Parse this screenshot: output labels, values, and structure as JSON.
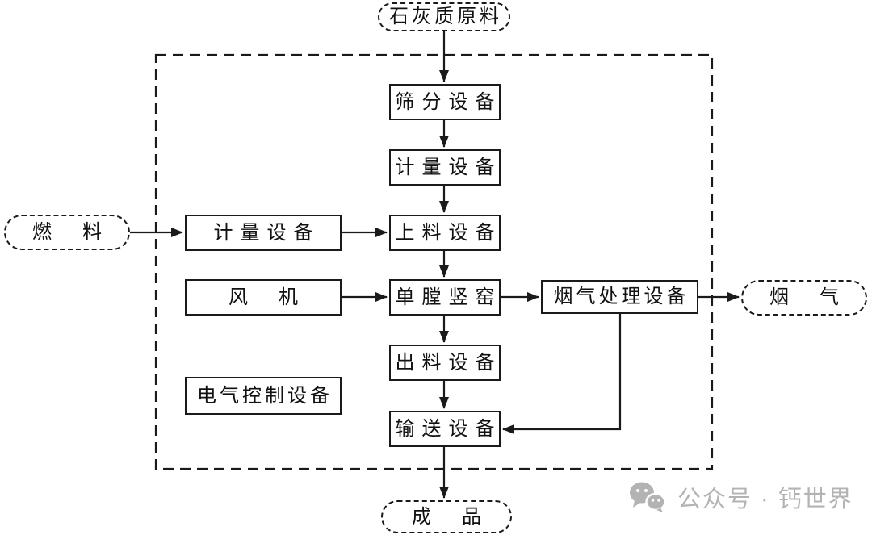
{
  "diagram": {
    "nodes": {
      "limestone_raw": {
        "label": "石灰质原料",
        "type": "external-terminal"
      },
      "screening": {
        "label": "筛分设备",
        "type": "process"
      },
      "metering_top": {
        "label": "计量设备",
        "type": "process"
      },
      "feeding": {
        "label": "上料设备",
        "type": "process"
      },
      "fuel": {
        "label": "燃　料",
        "type": "external-terminal"
      },
      "metering_left": {
        "label": "计量设备",
        "type": "process"
      },
      "fan": {
        "label": "风　机",
        "type": "process"
      },
      "kiln": {
        "label": "单膛竖窑",
        "type": "process"
      },
      "flue_gas_treatment": {
        "label": "烟气处理设备",
        "type": "process"
      },
      "flue_gas": {
        "label": "烟　气",
        "type": "external-terminal"
      },
      "discharging": {
        "label": "出料设备",
        "type": "process"
      },
      "electrical_control": {
        "label": "电气控制设备",
        "type": "process"
      },
      "conveying": {
        "label": "输送设备",
        "type": "process"
      },
      "product": {
        "label": "成　品",
        "type": "external-terminal"
      }
    },
    "edges": [
      {
        "from": "limestone_raw",
        "to": "screening"
      },
      {
        "from": "screening",
        "to": "metering_top"
      },
      {
        "from": "metering_top",
        "to": "feeding"
      },
      {
        "from": "feeding",
        "to": "kiln"
      },
      {
        "from": "fuel",
        "to": "metering_left"
      },
      {
        "from": "metering_left",
        "to": "feeding"
      },
      {
        "from": "fan",
        "to": "kiln"
      },
      {
        "from": "kiln",
        "to": "flue_gas_treatment"
      },
      {
        "from": "flue_gas_treatment",
        "to": "flue_gas"
      },
      {
        "from": "flue_gas_treatment",
        "to": "conveying"
      },
      {
        "from": "kiln",
        "to": "discharging"
      },
      {
        "from": "discharging",
        "to": "conveying"
      },
      {
        "from": "conveying",
        "to": "product"
      }
    ],
    "system_boundary": "dashed rectangle enclosing plant equipment"
  },
  "watermark": {
    "text": "公众号 · 钙世界",
    "icon": "wechat-icon"
  },
  "colors": {
    "line": "#1a1a1a",
    "background": "#ffffff",
    "watermark": "#b3b3b3"
  }
}
